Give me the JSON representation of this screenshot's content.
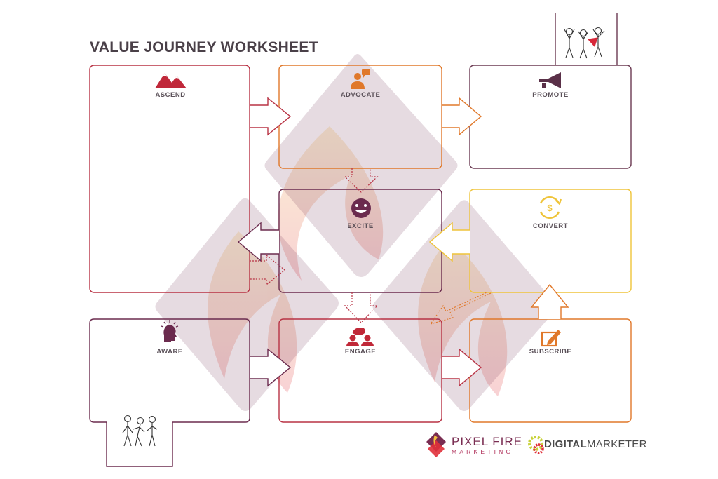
{
  "title": "VALUE JOURNEY WORKSHEET",
  "stages": [
    {
      "id": "ascend",
      "label": "ASCEND",
      "icon": "mountains-icon",
      "color": "#b83244"
    },
    {
      "id": "advocate",
      "label": "ADVOCATE",
      "icon": "speaker-person-icon",
      "color": "#e0782a"
    },
    {
      "id": "promote",
      "label": "PROMOTE",
      "icon": "megaphone-icon",
      "color": "#6b3a52"
    },
    {
      "id": "excite",
      "label": "EXCITE",
      "icon": "smiley-icon",
      "color": "#6b2b4e"
    },
    {
      "id": "convert",
      "label": "CONVERT",
      "icon": "dollar-cycle-icon",
      "color": "#efc43a"
    },
    {
      "id": "aware",
      "label": "AWARE",
      "icon": "head-idea-icon",
      "color": "#6b2b4e"
    },
    {
      "id": "engage",
      "label": "ENGAGE",
      "icon": "people-chat-icon",
      "color": "#c02838"
    },
    {
      "id": "subscribe",
      "label": "SUBSCRIBE",
      "icon": "edit-pencil-icon",
      "color": "#e0782a"
    }
  ],
  "logos": {
    "pixel_fire_line1": "PIXEL FIRE",
    "pixel_fire_line2": "MARKETING",
    "digital": "DIGITAL",
    "marketer": "MARKETER"
  },
  "colors": {
    "diamond": "#6b2b4e",
    "flame_red": "#e0303a",
    "flame_yellow": "#f5c040",
    "title_text": "#4a4048"
  }
}
